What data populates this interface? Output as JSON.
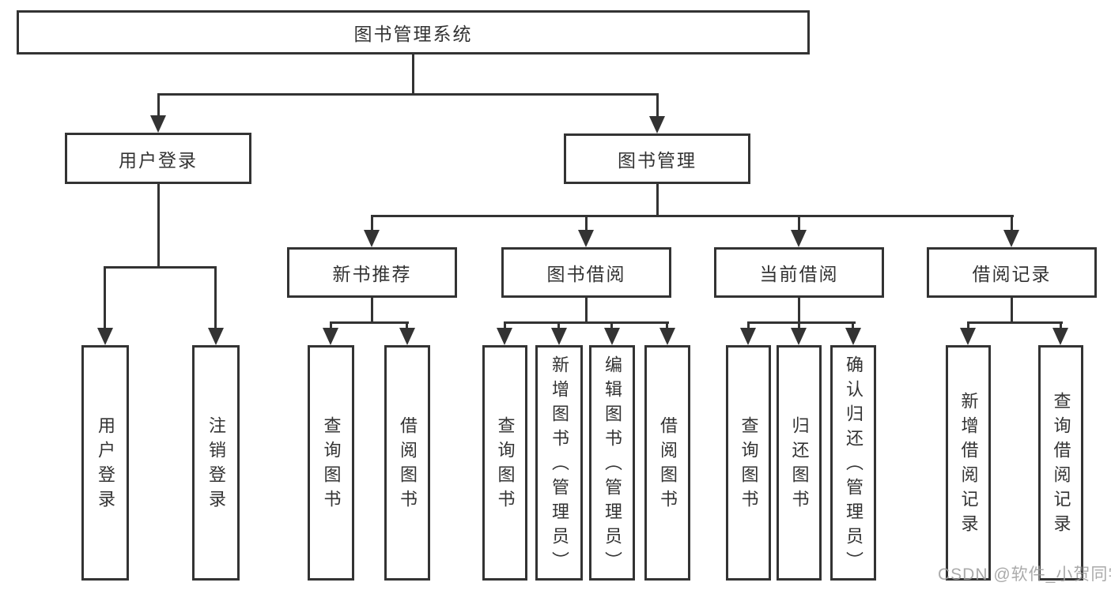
{
  "diagram_title": "图书管理系统",
  "colors": {
    "line": "#333333",
    "text": "#333333",
    "box_background": "#ffffff",
    "watermark": "#9e9e9e"
  },
  "tree": {
    "label": "图书管理系统",
    "children": [
      {
        "label": "用户登录",
        "children": [
          {
            "label": "用户登录"
          },
          {
            "label": "注销登录"
          }
        ]
      },
      {
        "label": "图书管理",
        "children": [
          {
            "label": "新书推荐",
            "children": [
              {
                "label": "查询图书"
              },
              {
                "label": "借阅图书"
              }
            ]
          },
          {
            "label": "图书借阅",
            "children": [
              {
                "label": "查询图书"
              },
              {
                "label": "新增图书（管理员）"
              },
              {
                "label": "编辑图书（管理员）"
              },
              {
                "label": "借阅图书"
              }
            ]
          },
          {
            "label": "当前借阅",
            "children": [
              {
                "label": "查询图书"
              },
              {
                "label": "归还图书"
              },
              {
                "label": "确认归还（管理员）"
              }
            ]
          },
          {
            "label": "借阅记录",
            "children": [
              {
                "label": "新增借阅记录"
              },
              {
                "label": "查询借阅记录"
              }
            ]
          }
        ]
      }
    ]
  },
  "watermark": {
    "text": "CSDN @软件_小贺同学"
  }
}
